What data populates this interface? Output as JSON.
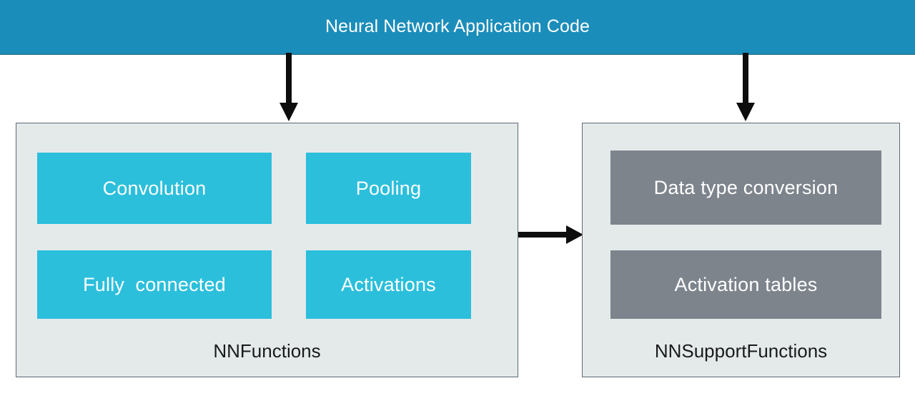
{
  "banner": {
    "label": "Neural Network Application Code",
    "background": "#1b8dba",
    "text_color": "#ffffff"
  },
  "colors": {
    "banner_blue": "#1b8dba",
    "group_background": "#e4eaea",
    "group_border": "#5d6873",
    "block_cyan": "#2bbfdc",
    "block_gray": "#7d848c",
    "arrow": "#0d0d0d",
    "label_text": "#1a1a1a"
  },
  "groups": [
    {
      "id": "nnfunctions",
      "label": "NNFunctions",
      "blocks": [
        {
          "label": "Convolution",
          "style": "cyan"
        },
        {
          "label": "Pooling",
          "style": "cyan"
        },
        {
          "label": "Fully  connected",
          "style": "cyan"
        },
        {
          "label": "Activations",
          "style": "cyan"
        }
      ]
    },
    {
      "id": "nnsupportfunctions",
      "label": "NNSupportFunctions",
      "blocks": [
        {
          "label": "Data type conversion",
          "style": "gray"
        },
        {
          "label": "Activation tables",
          "style": "gray"
        }
      ]
    }
  ],
  "arrows": [
    {
      "id": "banner-to-nnfunctions",
      "from": "Neural Network Application Code",
      "to": "NNFunctions",
      "direction": "down"
    },
    {
      "id": "banner-to-nnsupportfunctions",
      "from": "Neural Network Application Code",
      "to": "NNSupportFunctions",
      "direction": "down"
    },
    {
      "id": "nnfunctions-to-nnsupportfunctions",
      "from": "NNFunctions",
      "to": "NNSupportFunctions",
      "direction": "right"
    }
  ]
}
